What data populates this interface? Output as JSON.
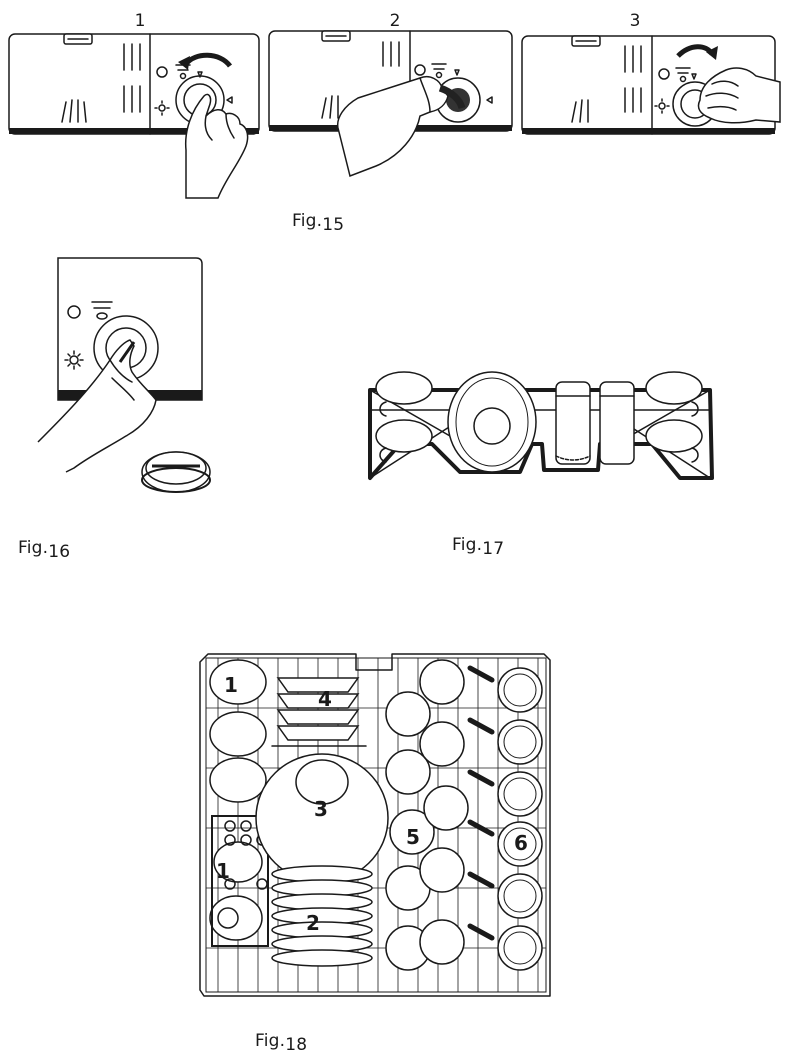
{
  "fig15": {
    "label": "Fig.",
    "number": "15",
    "steps": [
      {
        "number": "1",
        "action": "rotate-counterclockwise"
      },
      {
        "number": "2",
        "action": "pour-salt"
      },
      {
        "number": "3",
        "action": "rotate-clockwise"
      }
    ]
  },
  "fig16": {
    "label": "Fig.",
    "number": "16"
  },
  "fig17": {
    "label": "Fig.",
    "number": "17"
  },
  "fig18": {
    "label": "Fig.",
    "number": "18",
    "callouts": {
      "cups": "1",
      "plates": "2",
      "bowl": "3",
      "saucers": "4",
      "glasses": "5",
      "dessert_plates": "6",
      "cups_lower": "1"
    }
  },
  "icons": [
    "salt-indicator-icon",
    "rinse-aid-icon",
    "sun-icon",
    "arrow-icon",
    "hand-icon"
  ]
}
